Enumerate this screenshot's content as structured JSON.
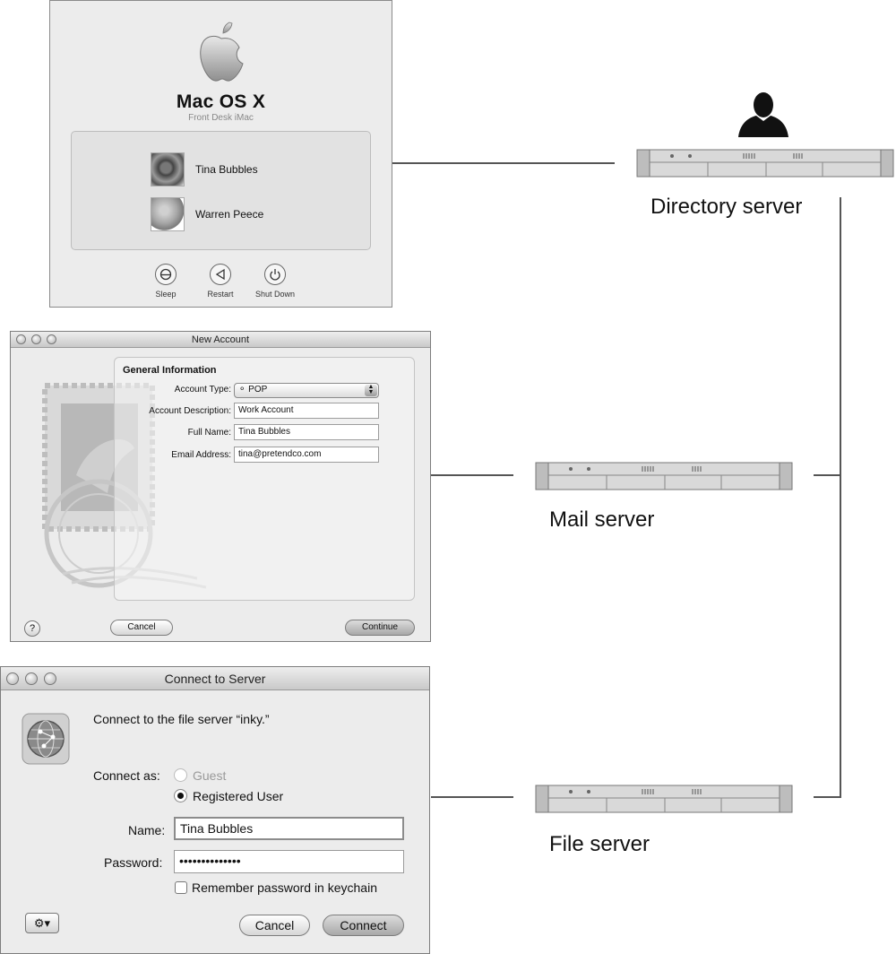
{
  "login_window": {
    "os_name": "Mac OS X",
    "computer_name": "Front Desk iMac",
    "users": [
      {
        "name": "Tina Bubbles",
        "picture": "cat-photo"
      },
      {
        "name": "Warren Peece",
        "picture": "ball-photo"
      }
    ],
    "power_buttons": [
      {
        "label": "Sleep",
        "icon": "sleep-icon"
      },
      {
        "label": "Restart",
        "icon": "restart-icon"
      },
      {
        "label": "Shut Down",
        "icon": "shutdown-icon"
      }
    ]
  },
  "new_account_window": {
    "title": "New Account",
    "section_title": "General Information",
    "fields": {
      "account_type": {
        "label": "Account Type:",
        "value": "POP"
      },
      "description": {
        "label": "Account Description:",
        "value": "Work Account"
      },
      "full_name": {
        "label": "Full Name:",
        "value": "Tina Bubbles"
      },
      "email": {
        "label": "Email Address:",
        "value": "tina@pretendco.com"
      }
    },
    "help_label": "?",
    "cancel_label": "Cancel",
    "continue_label": "Continue"
  },
  "connect_window": {
    "title": "Connect to Server",
    "message": "Connect to the file server “inky.”",
    "connect_as_label": "Connect as:",
    "option_guest": "Guest",
    "option_registered": "Registered User",
    "selected_option": "Registered User",
    "name_label": "Name:",
    "name_value": "Tina Bubbles",
    "password_label": "Password:",
    "password_value": "••••••••••••••",
    "remember_label": "Remember password in keychain",
    "remember_checked": false,
    "cancel_label": "Cancel",
    "connect_label": "Connect",
    "action_icon": "gear-icon"
  },
  "servers": {
    "directory": "Directory server",
    "mail": "Mail server",
    "file": "File server"
  }
}
